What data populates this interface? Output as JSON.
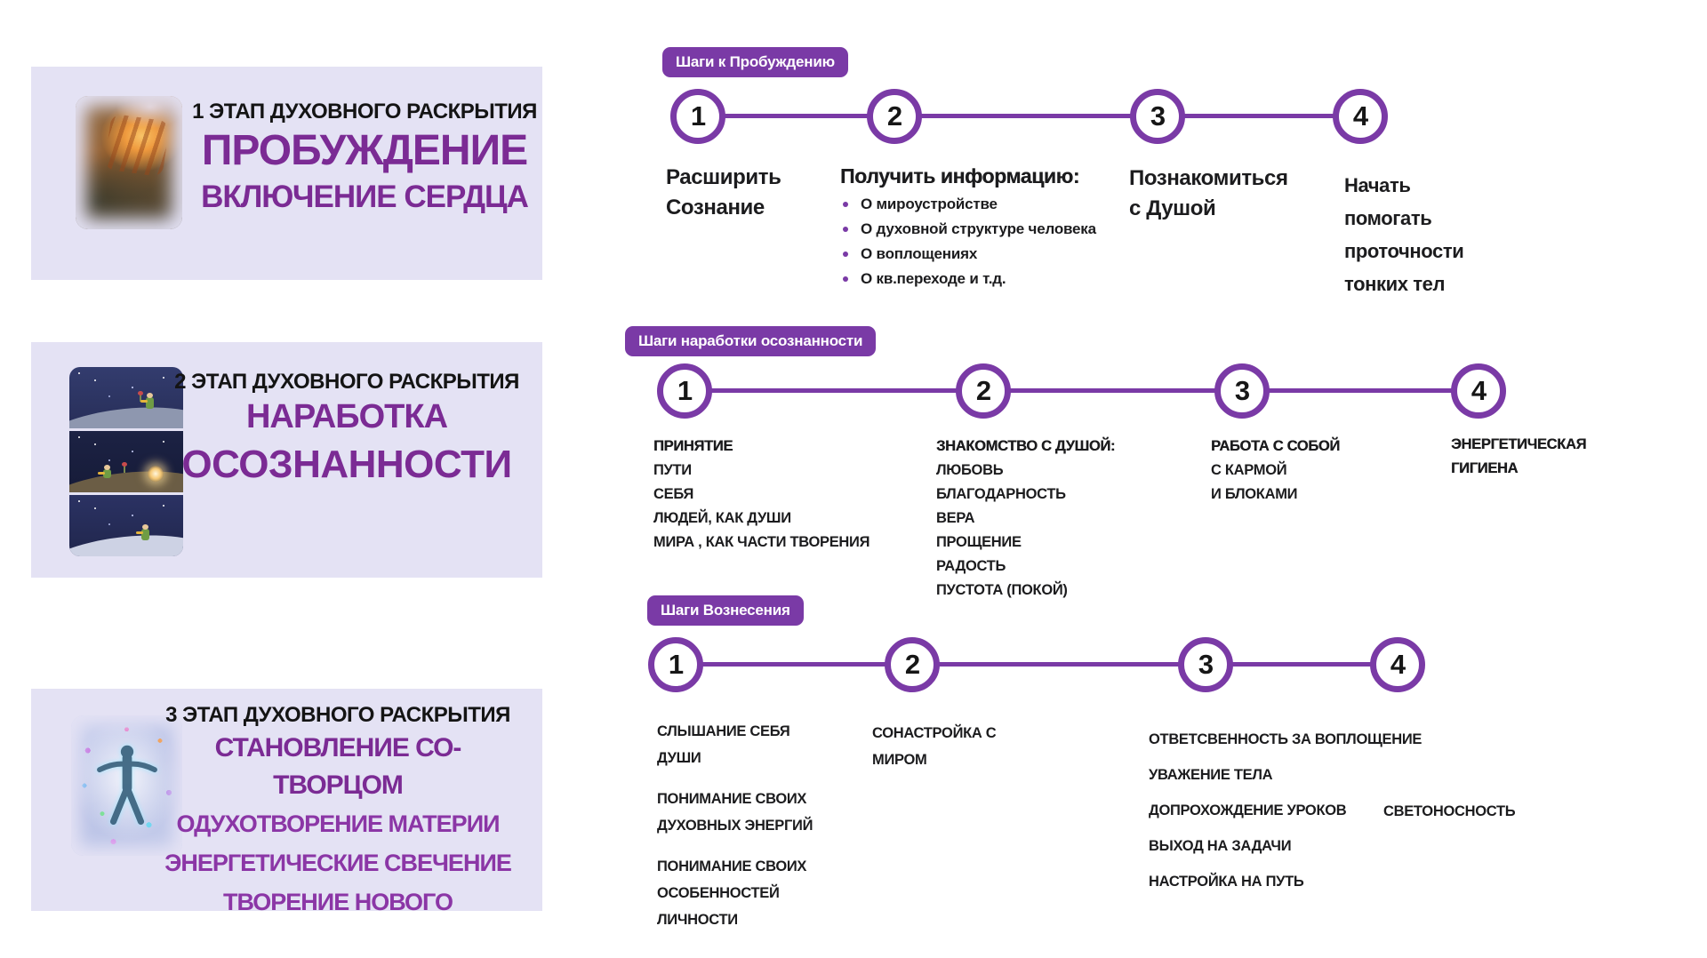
{
  "page": {
    "background": "#ffffff"
  },
  "colors": {
    "accent_purple": "#7a3aa6",
    "card_background": "#e4e2f4",
    "title_purple": "#7b2b94",
    "subtitle_purple": "#8b36a6",
    "text_dark": "#1c1c1e"
  },
  "stages": [
    {
      "kicker": "1 ЭТАП ДУХОВНОГО РАСКРЫТИЯ",
      "title": "ПРОБУЖДЕНИЕ",
      "subtitle": "ВКЛЮЧЕНИЕ СЕРДЦА",
      "image": "hands-over-heart-glow"
    },
    {
      "kicker": "2 ЭТАП ДУХОВНОГО РАСКРЫТИЯ",
      "title_line1": "НАРАБОТКА",
      "title_line2": "ОСОЗНАННОСТИ",
      "image": "little-prince-planet-triptych"
    },
    {
      "kicker": "3 ЭТАП ДУХОВНОГО РАСКРЫТИЯ",
      "title": "СТАНОВЛЕНИЕ СО-ТВОРЦОМ",
      "subtitle_lines": "ОДУХОТВОРЕНИЕ МАТЕРИИ\nЭНЕРГЕТИЧЕСКИЕ СВЕЧЕНИЕ\nТВОРЕНИЕ НОВОГО",
      "image": "energy-human-figure"
    }
  ],
  "timelines": [
    {
      "badge": "Шаги к Пробуждению",
      "steps": [
        {
          "num": "1",
          "text": "Расширить\nСознание"
        },
        {
          "num": "2",
          "title": "Получить информацию:",
          "bullets": [
            "О мироустройстве",
            "О духовной структуре человека",
            "О воплощениях",
            "О кв.переходе и т.д."
          ]
        },
        {
          "num": "3",
          "text": "Познакомиться\nс Душой"
        },
        {
          "num": "4",
          "text": "Начать\nпомогать\nпроточности\nтонких тел"
        }
      ]
    },
    {
      "badge": "Шаги наработки осознанности",
      "steps": [
        {
          "num": "1",
          "title": "ПРИНЯТИЕ",
          "lines": "ПУТИ\nСЕБЯ\nЛЮДЕЙ, КАК ДУШИ\nМИРА , КАК ЧАСТИ ТВОРЕНИЯ"
        },
        {
          "num": "2",
          "title": "ЗНАКОМСТВО С ДУШОЙ:",
          "lines": "ЛЮБОВЬ\nБЛАГОДАРНОСТЬ\nВЕРА\nПРОЩЕНИЕ\nРАДОСТЬ\nПУСТОТА (ПОКОЙ)"
        },
        {
          "num": "3",
          "title": "РАБОТА С СОБОЙ",
          "lines": "С КАРМОЙ\nИ БЛОКАМИ"
        },
        {
          "num": "4",
          "title": "ЭНЕРГЕТИЧЕСКАЯ\nГИГИЕНА"
        }
      ]
    },
    {
      "badge": "Шаги Вознесения",
      "steps": [
        {
          "num": "1",
          "paragraphs": [
            "СЛЫШАНИЕ СЕБЯ\nДУШИ",
            "ПОНИМАНИЕ СВОИХ\nДУХОВНЫХ ЭНЕРГИЙ",
            "ПОНИМАНИЕ СВОИХ\nОСОБЕННОСТЕЙ\nЛИЧНОСТИ"
          ]
        },
        {
          "num": "2",
          "paragraphs": [
            "СОНАСТРОЙКА С\nМИРОМ"
          ]
        },
        {
          "num": "3",
          "paragraphs": [
            "ОТВЕТСВЕННОСТЬ ЗА ВОПЛОЩЕНИЕ",
            "УВАЖЕНИЕ ТЕЛА",
            "ДОПРОХОЖДЕНИЕ УРОКОВ",
            "ВЫХОД НА ЗАДАЧИ",
            "НАСТРОЙКА НА ПУТЬ"
          ]
        },
        {
          "num": "4",
          "paragraphs": [
            "СВЕТОНОСНОСТЬ"
          ]
        }
      ]
    }
  ]
}
